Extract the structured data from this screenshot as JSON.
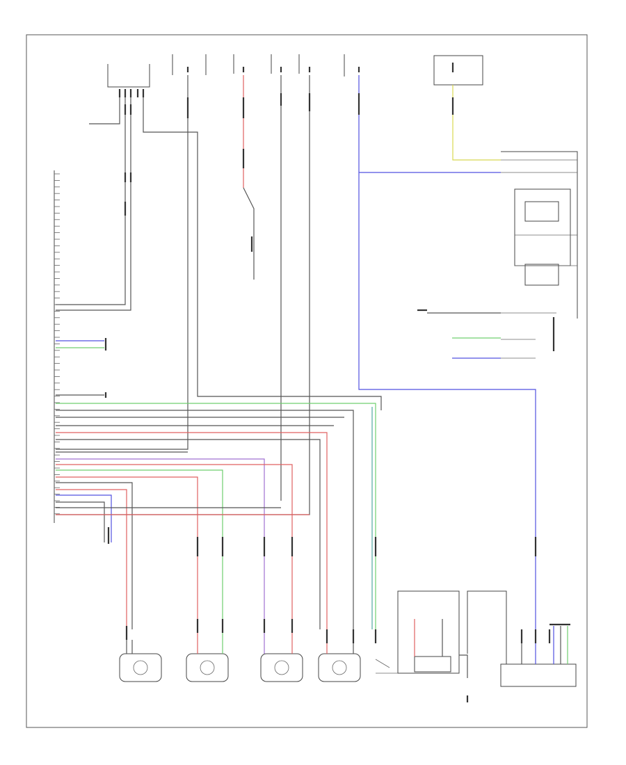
{
  "page_code": "",
  "colors": {
    "wire_black": "#555555",
    "wire_red": "#e06060",
    "wire_green": "#6fcf6f",
    "wire_blue": "#5050e0",
    "wire_violet": "#a070d0",
    "wire_teal": "#50a8a0",
    "wire_yellow": "#d8d850",
    "frame": "#555555"
  },
  "components": [
    {
      "id": "lwr-top-left"
    },
    {
      "id": "fuse-top-1"
    },
    {
      "id": "fuse-top-2"
    },
    {
      "id": "fuse-top-3"
    },
    {
      "id": "fuse-top-4"
    },
    {
      "id": "fuse-top-5"
    },
    {
      "id": "fuse-top-right"
    },
    {
      "id": "abs-control-module"
    },
    {
      "id": "relay-box-right"
    },
    {
      "id": "wheel-sensor-lf"
    },
    {
      "id": "wheel-sensor-lr"
    },
    {
      "id": "wheel-sensor-rr"
    },
    {
      "id": "wheel-sensor-rf"
    },
    {
      "id": "pump-motor-assembly"
    },
    {
      "id": "hydraulic-unit-connector"
    },
    {
      "id": "data-link-connector"
    }
  ]
}
